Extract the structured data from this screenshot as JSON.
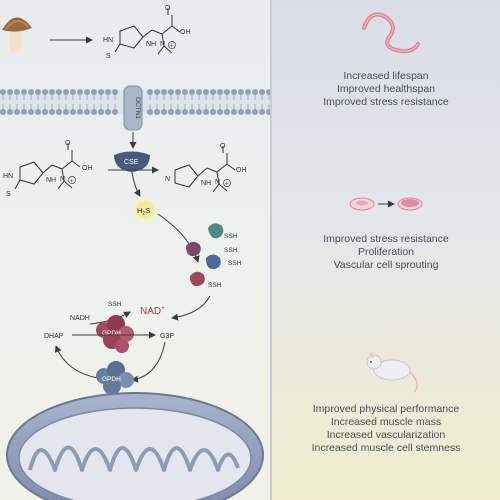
{
  "left": {
    "molecule_top": {
      "nh": "NH",
      "hn": "HN",
      "s": "S",
      "oh": "OH",
      "n": "N",
      "charge": "+",
      "o": "O"
    },
    "transporter": "OCTN1",
    "enzyme_cse": "CSE",
    "molecule_left": {
      "hn": "HN",
      "nh": "NH",
      "s": "S",
      "oh": "OH",
      "n": "N",
      "charge": "+",
      "o": "O"
    },
    "molecule_right": {
      "n": "N",
      "nh": "NH",
      "n2": "N",
      "charge": "+",
      "oh": "OH",
      "o": "O"
    },
    "h2s": {
      "h": "H",
      "sub": "2",
      "s": "S"
    },
    "persulfide_labels": [
      "SSH",
      "SSH",
      "SSH",
      "SSH"
    ],
    "gapdh": {
      "nadh": "NADH",
      "ssh": "SSH",
      "nad": "NAD",
      "nad_sup": "+",
      "dhap": "DHAP",
      "g3p": "G3P",
      "enzyme1": "GPDH",
      "enzyme2": "GPDH"
    }
  },
  "right": {
    "worm_effects": [
      "Increased lifespan",
      "Improved healthspan",
      "Improved stress resistance"
    ],
    "cell_effects": [
      "Improved stress resistance",
      "Proliferation",
      "Vascular cell sprouting"
    ],
    "mouse_effects": [
      "Improved physical performance",
      "Increased muscle mass",
      "Increased vascularization",
      "Increased muscle cell stemness"
    ]
  },
  "colors": {
    "membrane": "#aab8c8",
    "membrane_head": "#8fa2b8",
    "cse_enzyme": "#4a5a7a",
    "h2s_glow": "#f3ee9a",
    "protein_purple": "#7a4a6e",
    "protein_teal": "#4f8a84",
    "protein_blue": "#4d6a9a",
    "protein_red": "#a0475a",
    "gpdh_red": "#a34a5e",
    "gpdh_blue": "#6a7fa0",
    "nad_text": "#c0304a",
    "mitochondria": "#8c9ab8",
    "worm": "#e27f90",
    "petri": "#e8a8b4",
    "mouse": "#e9e9ef"
  }
}
